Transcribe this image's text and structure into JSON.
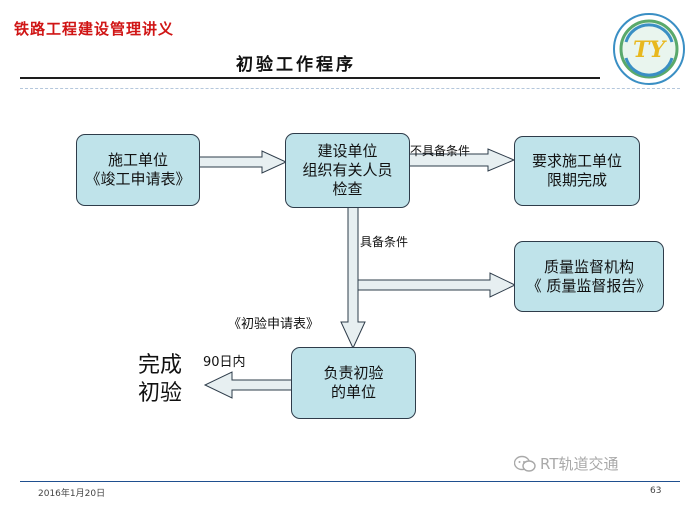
{
  "header": {
    "course_title": "铁路工程建设管理讲义"
  },
  "slide": {
    "title": "初验工作程序"
  },
  "diagram": {
    "box_contractor": [
      "施工单位",
      "《竣工申请表》"
    ],
    "box_owner": [
      "建设单位",
      "组织有关人员",
      "检查"
    ],
    "box_deadline": [
      "要求施工单位",
      "限期完成"
    ],
    "box_quality": [
      "质量监督机构",
      "《 质量监督报告》"
    ],
    "box_inspector": [
      "负责初验",
      "的单位"
    ],
    "label_not_ready": "不具备条件",
    "label_ready": "具备条件",
    "label_application": "《初验申请表》",
    "label_days": "90日内",
    "result": [
      "完成",
      "初验"
    ]
  },
  "footer": {
    "date": "2016年1月20日",
    "page_number": "63"
  },
  "watermark": {
    "text": "RT轨道交通"
  },
  "colors": {
    "box_fill": "#bfe3ea",
    "arrow_fill": "#e7eff1",
    "header_red": "#d01515"
  }
}
